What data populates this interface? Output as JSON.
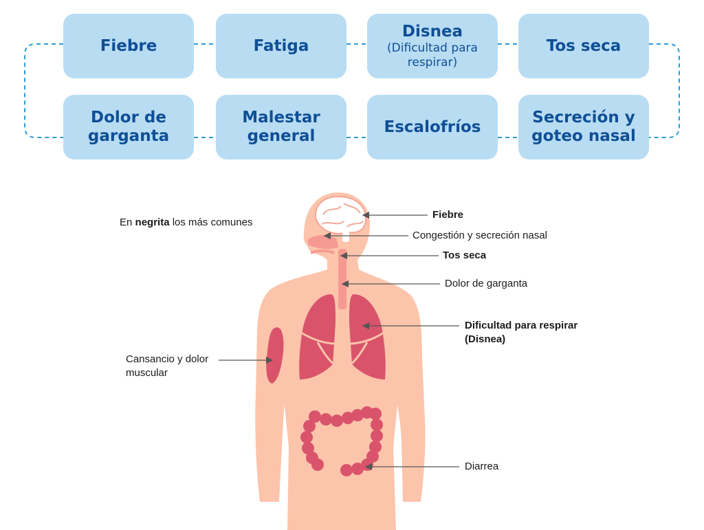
{
  "symptoms": {
    "fiebre": "Fiebre",
    "fatiga": "Fatiga",
    "disnea": "Disnea",
    "disnea_sub": "(Dificultad para respirar)",
    "tos_seca": "Tos seca",
    "dolor_garganta": "Dolor de garganta",
    "malestar": "Malestar general",
    "escalofrios": "Escalofríos",
    "secrecion": "Secreción y goteo nasal"
  },
  "note": {
    "prefix": "En",
    "bold": "negrita",
    "suffix": "los más comunes"
  },
  "labels": {
    "fiebre": "Fiebre",
    "congestion": "Congestión y secreción nasal",
    "tos_seca": "Tos seca",
    "dolor_garganta": "Dolor de garganta",
    "dificultad_line1": "Dificultad para respirar",
    "dificultad_line2": "(Disnea)",
    "cansancio_line1": "Cansancio y dolor",
    "cansancio_line2": "muscular",
    "diarrea": "Diarrea"
  },
  "colors": {
    "box_fill": "#b8dcf2",
    "box_text": "#0f4f96",
    "connector": "#2a9bd6",
    "skin": "#fcc4ab",
    "organ": "#d9546b",
    "arrow": "#555555"
  }
}
